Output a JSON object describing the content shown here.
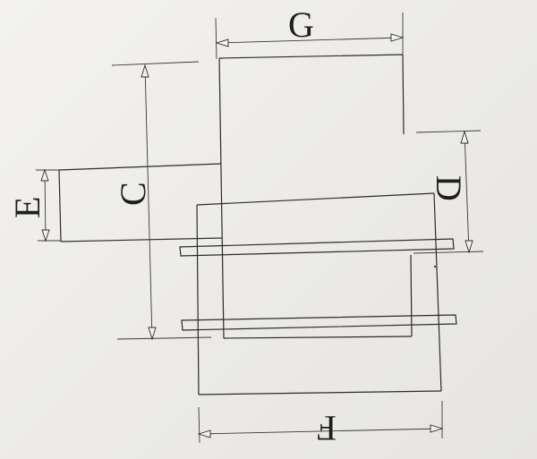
{
  "labels": {
    "g": "G",
    "c": "C",
    "e": "E",
    "d": "D",
    "f": "F"
  },
  "colors": {
    "paper": "#efeeeb",
    "ink": "#2b2b2b"
  }
}
